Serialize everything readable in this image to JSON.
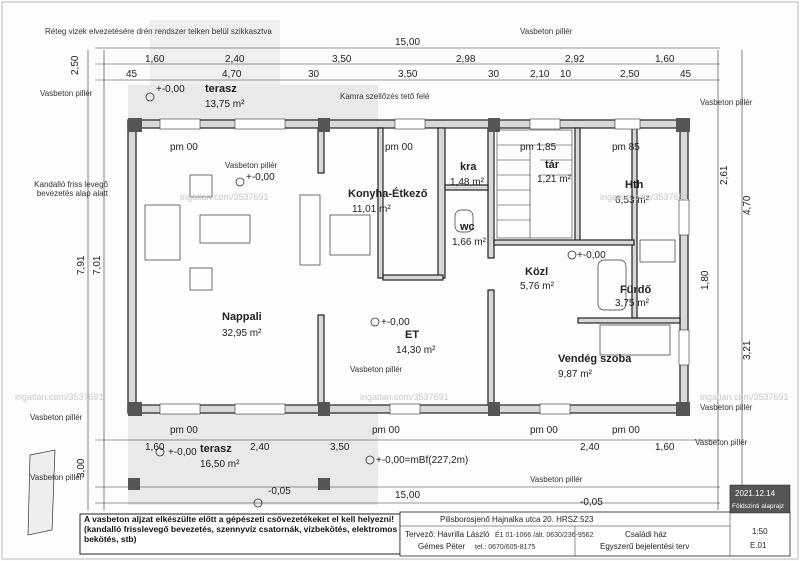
{
  "notes": {
    "vasbeton_pillar": "Vasbeton pillér",
    "reteg_vizek": "Réteg vizek elvezetésére drén rendszer telken belül szikkasztva",
    "kamra": "Kamra szellőzés tető felé",
    "kandallo": "Kandalló friss levegő bevezetés alap alatt",
    "warning": "A vasbeton aljzat elkészülte előtt a gépészeti csővezetékeket el kell helyezni! (kandalló frisslevegő bevezetés, szennyvíz csatornák, vízbekötés, elektromos bekötés, stb)"
  },
  "rooms": {
    "terasz_top": {
      "name": "terasz",
      "area": "13,75 m²"
    },
    "konyha": {
      "name": "Konyha-Étkező",
      "area": "11,01 m²"
    },
    "kra": {
      "name": "kra",
      "area": "1,48 m²"
    },
    "tar": {
      "name": "tár",
      "area": "1,21 m²"
    },
    "hth": {
      "name": "Hth",
      "area": "6,53 m²"
    },
    "wc": {
      "name": "wc",
      "area": "1,66 m²"
    },
    "kozl": {
      "name": "Közl",
      "area": "5,76 m²"
    },
    "furdo": {
      "name": "Fürdő",
      "area": "3,75 m²"
    },
    "nappali": {
      "name": "Nappali",
      "area": "32,95 m²"
    },
    "et": {
      "name": "ET",
      "area": "14,30 m²"
    },
    "vendeg": {
      "name": "Vendég szoba",
      "area": "9,87 m²"
    },
    "terasz_bottom": {
      "name": "terasz",
      "area": "16,50 m²"
    }
  },
  "levels": {
    "pm00": "pm 00",
    "pm85": "pm 85",
    "pm185": "pm 1,85",
    "top": "+-0,00",
    "main": "+-0,00=mBf(227,2m)",
    "minus": "-0,05"
  },
  "dims": {
    "total": "15,00",
    "top_row": [
      "1,60",
      "2,40",
      "3,50",
      "2,98",
      "2,92",
      "1,60"
    ],
    "second_row": [
      "45",
      "4,70",
      "30",
      "3,50",
      "30",
      "2,10",
      "10",
      "2,50",
      "45"
    ],
    "bottom_row": [
      "1,60",
      "2,40",
      "3,50",
      "2,40",
      "1,60"
    ],
    "bottom_total": "15,00",
    "left": [
      "2,50",
      "7,91",
      "7,01",
      "3,00"
    ],
    "right": [
      "2,61",
      "4,70",
      "3,21",
      "1,80"
    ]
  },
  "title_block": {
    "date": "2021.12.14",
    "sheet_name": "Földszinti alaprajz",
    "address": "Pilisborosjenő Hajnalka utca 20.  HRSZ:523",
    "tervezo": "Tervező: Havrilla László",
    "tervezo_reg": "É1 01-1066 /ált.   0630/236-9562",
    "gemes": "Gémes Péter",
    "gemes_reg": "tel.: 0670/605-8175",
    "project": "Családi ház",
    "project_sub": "Egyszerű bejelentési terv",
    "scale": "1:50",
    "code": "E.01"
  },
  "watermark": "ingatlan.com/3537691"
}
